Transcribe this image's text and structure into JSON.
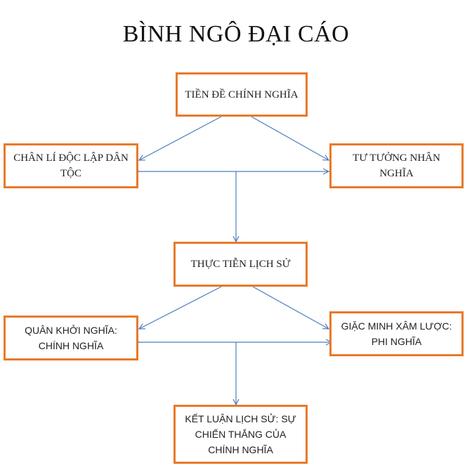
{
  "title": "BÌNH NGÔ ĐẠI CÁO",
  "colors": {
    "box_border": "#e87a2a",
    "arrow": "#4a7ebf"
  },
  "nodes": {
    "tien_de": "TIỀN ĐỀ CHÍNH NGHĨA",
    "chan_li": "CHÂN LÍ ĐỘC LẬP DÂN TỘC",
    "tu_tuong": "TƯ TƯỞNG NHÂN NGHĨA",
    "thuc_tien": "THỰC TIỄN LỊCH SỬ",
    "quan_khoi_nghia": "QUÂN KHỞI NGHĨA: CHÍNH NGHĨA",
    "giac_minh": "GIẶC MINH XÂM LƯỢC: PHI NGHĨA",
    "ket_luan": "KẾT LUẬN LỊCH SỬ: SỰ CHIẾN THẮNG CỦA CHÍNH NGHĨA"
  }
}
